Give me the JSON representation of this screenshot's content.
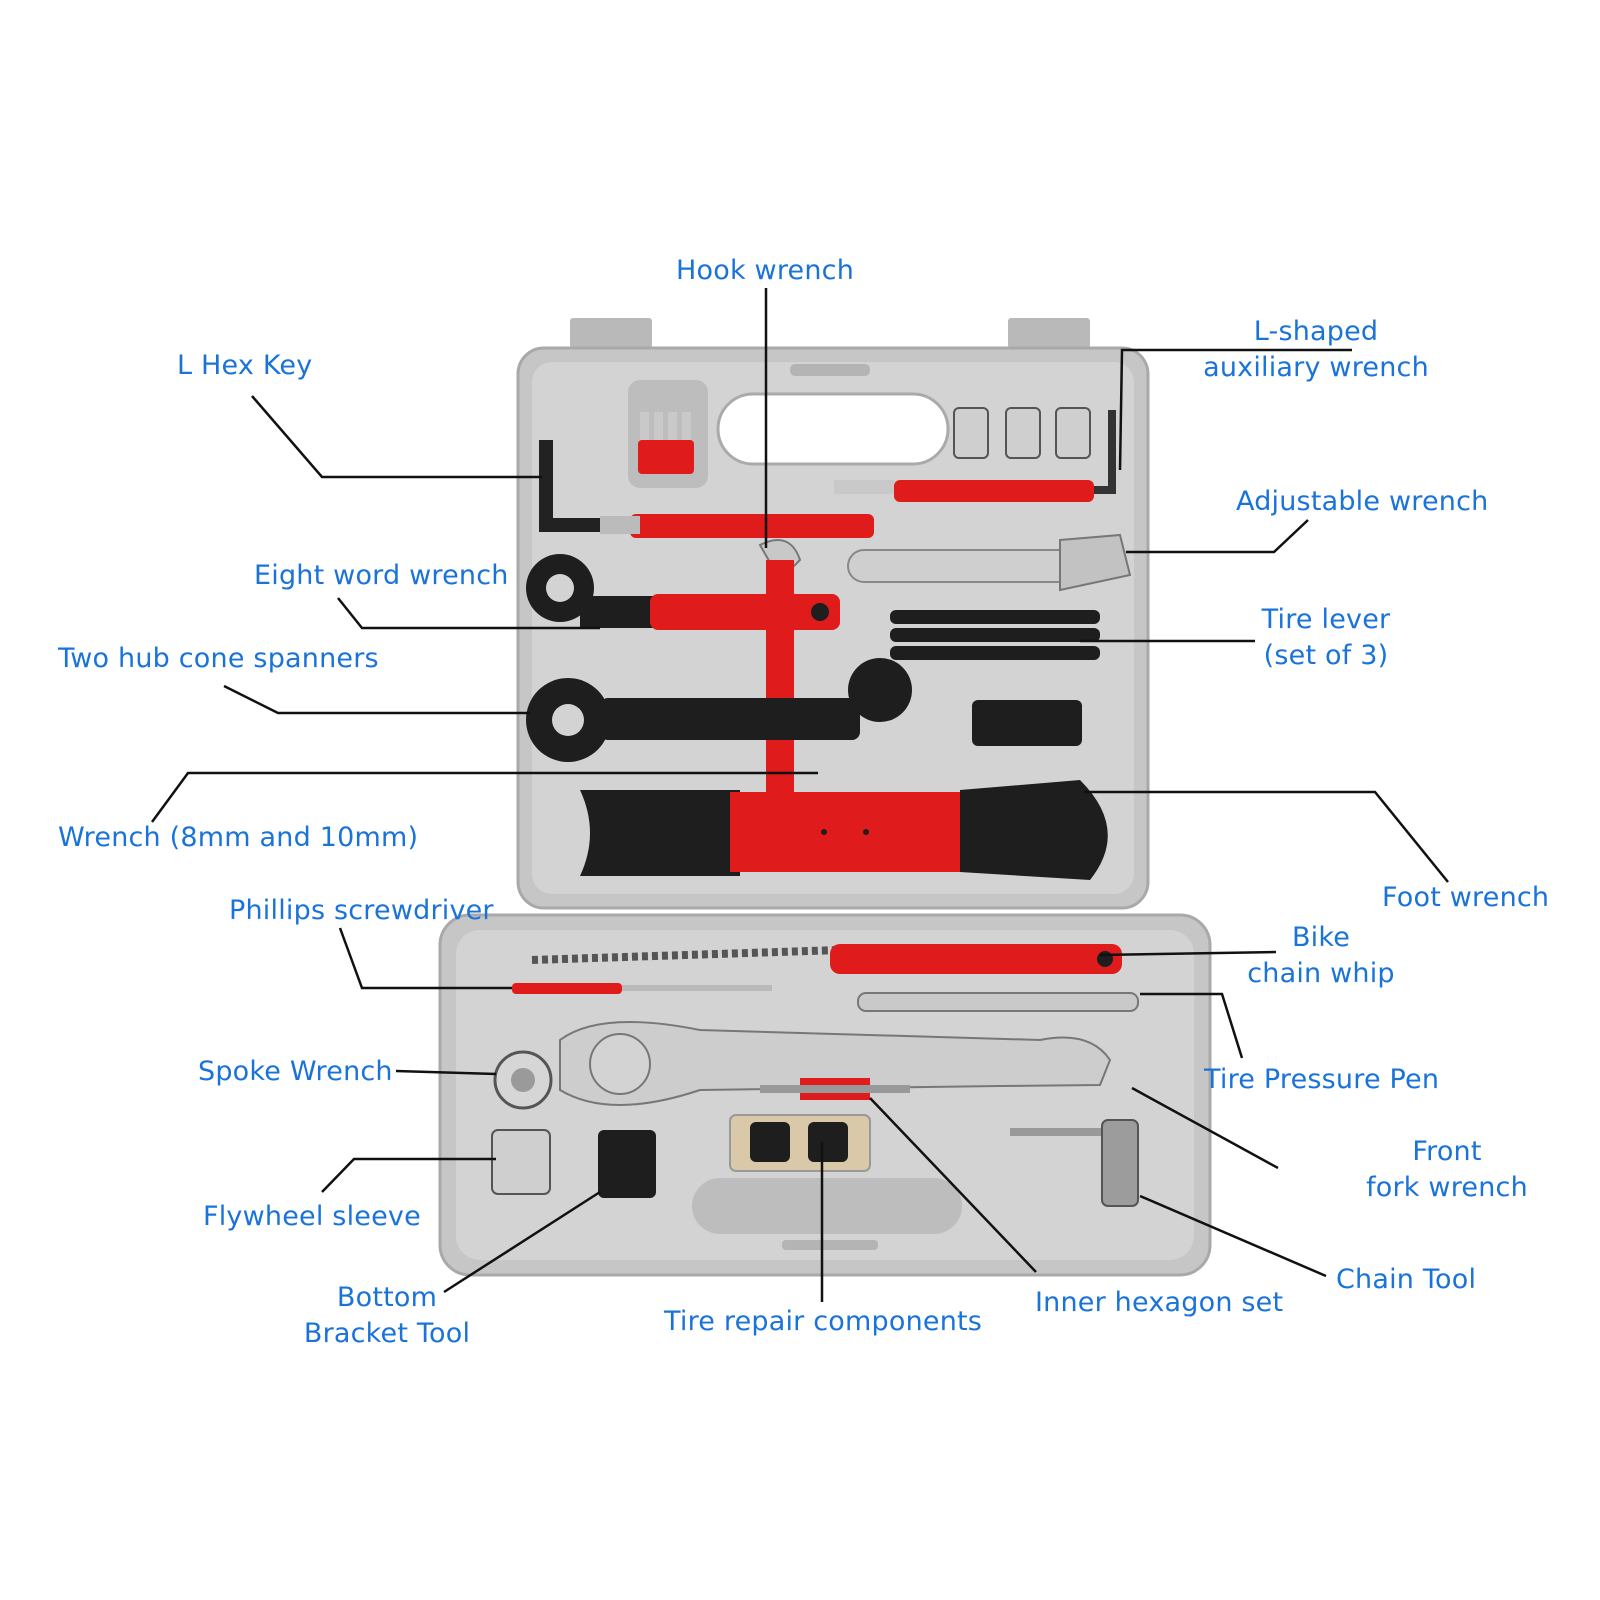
{
  "colors": {
    "label_text": "#1a73d9",
    "leader_line": "#111111",
    "case_grey": "#c8c8c8",
    "tool_red": "#e01b1b",
    "tool_black": "#1e1e1e",
    "tool_silver": "#c9c9c9"
  },
  "labels": {
    "hook_wrench": "Hook wrench",
    "l_hex_key": "L Hex Key",
    "l_shaped_aux_wrench": [
      "L-shaped",
      "auxiliary wrench"
    ],
    "adjustable_wrench": "Adjustable wrench",
    "eight_word_wrench": "Eight word wrench",
    "tire_lever": [
      "Tire lever",
      "(set of  3)"
    ],
    "two_hub_cone_spanners": "Two hub cone spanners",
    "wrench_8_10": "Wrench (8mm and 10mm)",
    "foot_wrench": "Foot wrench",
    "phillips_screwdriver": "Phillips screwdriver",
    "bike_chain_whip": [
      "Bike",
      "chain whip"
    ],
    "spoke_wrench": "Spoke Wrench",
    "tire_pressure_pen": "Tire Pressure Pen",
    "front_fork_wrench": [
      "Front",
      "fork wrench"
    ],
    "flywheel_sleeve": "Flywheel sleeve",
    "chain_tool": "Chain Tool",
    "bottom_bracket_tool": [
      "Bottom",
      "Bracket Tool"
    ],
    "tire_repair_components": "Tire repair components",
    "inner_hexagon_set": "Inner hexagon set"
  }
}
